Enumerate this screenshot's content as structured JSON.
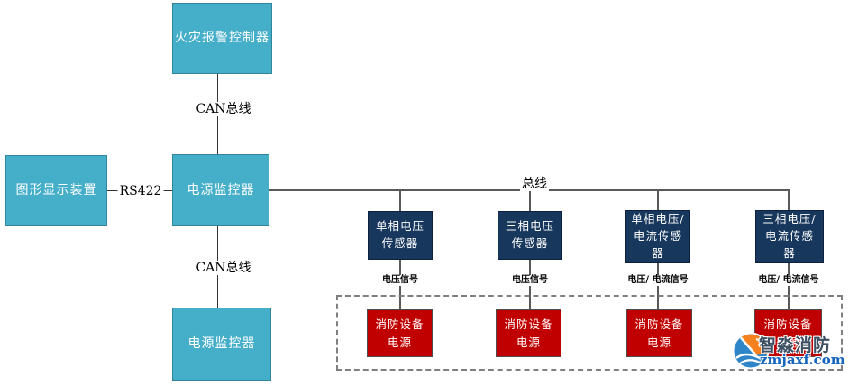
{
  "colors": {
    "teal": "#45AEC8",
    "teal_border": "#31859B",
    "navy": "#17375D",
    "navy_border": "#0D2240",
    "red": "#C00000",
    "red_border": "#4D4D4D",
    "line": "#595959",
    "line_dark": "#333333",
    "dash": "#7F7F7F",
    "wm_blue": "#1565C0",
    "wm_orange": "#F5821F",
    "wm_text": "#3D4F63"
  },
  "nodes": {
    "fire_alarm_controller": "火灾报警控制器",
    "graphic_display": "图形显示装置",
    "power_monitor_main": "电源监控器",
    "power_monitor_secondary": "电源监控器"
  },
  "connections": {
    "can_bus_top": "CAN总线",
    "can_bus_bottom": "CAN总线",
    "rs422": "RS422",
    "bus": "总线"
  },
  "sensors": [
    {
      "label": "单相电压\n传感器",
      "signal": "电压信号"
    },
    {
      "label": "三相电压\n传感器",
      "signal": "电压信号"
    },
    {
      "label": "单相电压/\n电流传感\n器",
      "signal": "电压/ 电流信号"
    },
    {
      "label": "三相电压/\n电流传感\n器",
      "signal": "电压/ 电流信号"
    }
  ],
  "devices": [
    {
      "label": "消防设备\n电源"
    },
    {
      "label": "消防设备\n电源"
    },
    {
      "label": "消防设备\n电源"
    },
    {
      "label": "消防设备\n电源"
    }
  ],
  "watermark": {
    "name": "智淼消防",
    "url": "zmjaxf.com",
    "logo": "zhimiao-logo"
  }
}
